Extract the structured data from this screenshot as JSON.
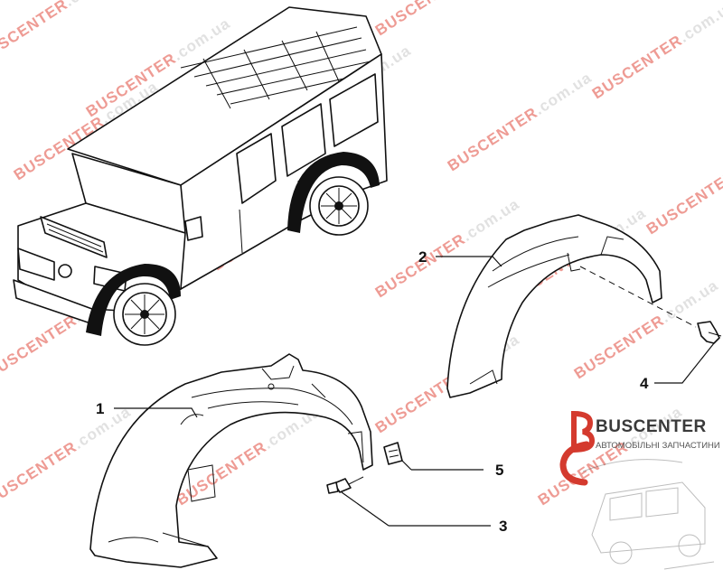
{
  "callouts": [
    {
      "number": "1"
    },
    {
      "number": "2"
    },
    {
      "number": "3"
    },
    {
      "number": "4"
    },
    {
      "number": "5"
    }
  ],
  "watermark": {
    "brand": "BUSCENTER",
    "domain": ".com.ua",
    "brand_color": "#e04a3c",
    "domain_color": "#c8c8c8"
  },
  "logo": {
    "name": "BUSCENTER",
    "tagline": "АВТОМОБІЛЬНІ ЗАПЧАСТИНИ",
    "accent_color": "#d43a2e"
  }
}
